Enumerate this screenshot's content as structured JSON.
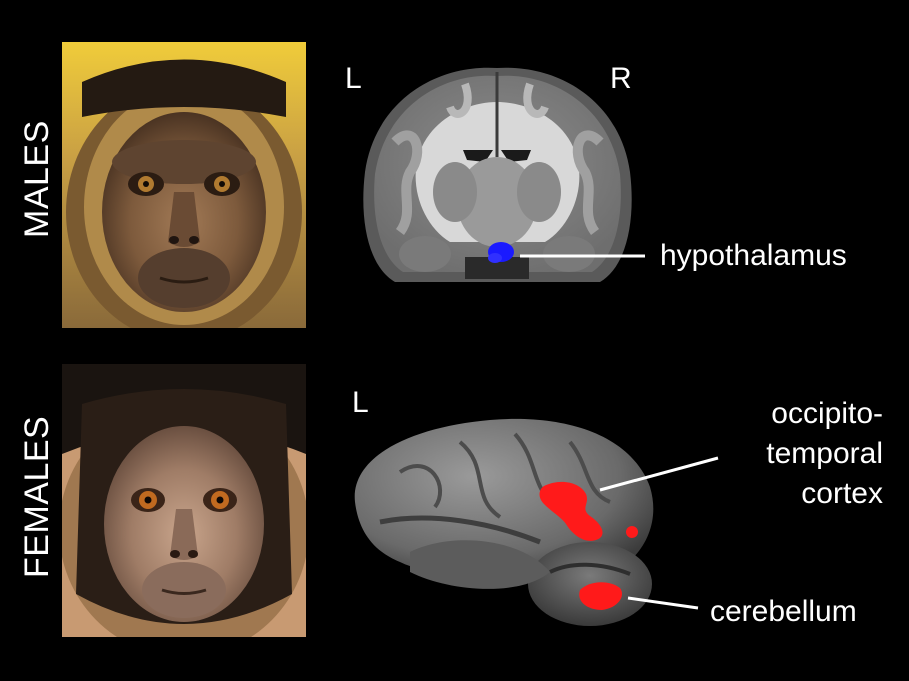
{
  "rows": {
    "males_label": "MALES",
    "females_label": "FEMALES"
  },
  "orientation": {
    "coronal_left": "L",
    "coronal_right": "R",
    "lateral_left": "L"
  },
  "annotations": {
    "hypothalamus": "hypothalamus",
    "occipito_line1": "occipito-",
    "occipito_line2": "temporal",
    "occipito_line3": "cortex",
    "cerebellum": "cerebellum"
  },
  "colors": {
    "background": "#000000",
    "hypothalamus_activation": "#1a1aff",
    "cortex_activation": "#ff1a1a",
    "leader_line": "#ffffff"
  }
}
